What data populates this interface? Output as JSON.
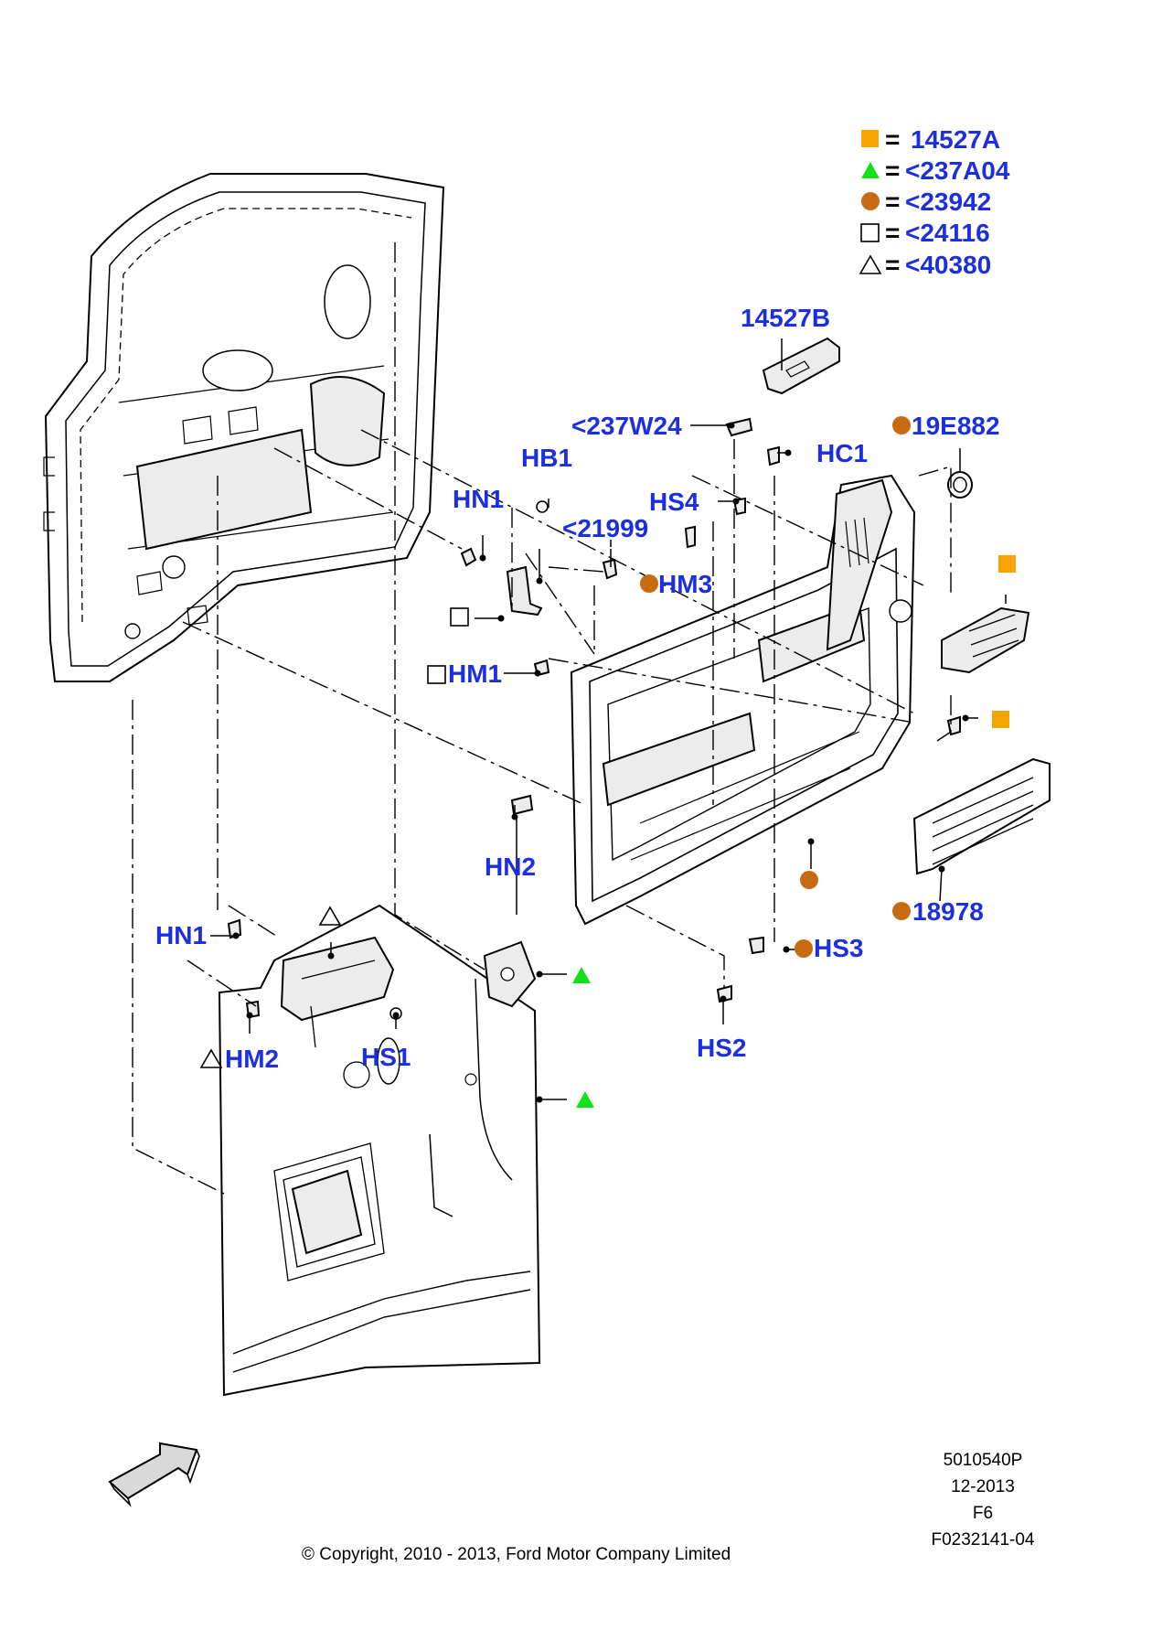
{
  "legend": [
    {
      "symbol": "filled-square",
      "color": "#f5a400",
      "eq": "=",
      "code": "14527A"
    },
    {
      "symbol": "filled-triangle",
      "color": "#14e01a",
      "eq": "=",
      "code": "<237A04"
    },
    {
      "symbol": "filled-circle",
      "color": "#c86a12",
      "eq": "=",
      "code": "<23942"
    },
    {
      "symbol": "open-square",
      "color": "#000000",
      "eq": "=",
      "code": "<24116"
    },
    {
      "symbol": "open-triangle",
      "color": "#000000",
      "eq": "=",
      "code": "<40380"
    }
  ],
  "callouts": {
    "c14527B": "14527B",
    "c237W24": "<237W24",
    "cHC1": "HC1",
    "c19E882": "19E882",
    "cHB1": "HB1",
    "cHN1a": "HN1",
    "cHS4": "HS4",
    "c21999": "<21999",
    "cHM3": "HM3",
    "cHM1": "HM1",
    "cHN2": "HN2",
    "c18978": "18978",
    "cHS3": "HS3",
    "cHN1b": "HN1",
    "cHM2": "HM2",
    "cHS1": "HS1",
    "cHS2": "HS2"
  },
  "symbol_colors": {
    "orange_square": "#f5a400",
    "green_triangle": "#14e01a",
    "brown_circle": "#c86a12",
    "callout_blue": "#1c2fe0"
  },
  "footer": {
    "copyright": "© Copyright, 2010 - 2013, Ford Motor Company Limited",
    "ref1": "5010540P",
    "ref2": "12-2013",
    "ref3": "F6",
    "ref4": "F0232141-04"
  },
  "icons": {
    "direction_arrow": "front-direction-arrow-icon"
  }
}
